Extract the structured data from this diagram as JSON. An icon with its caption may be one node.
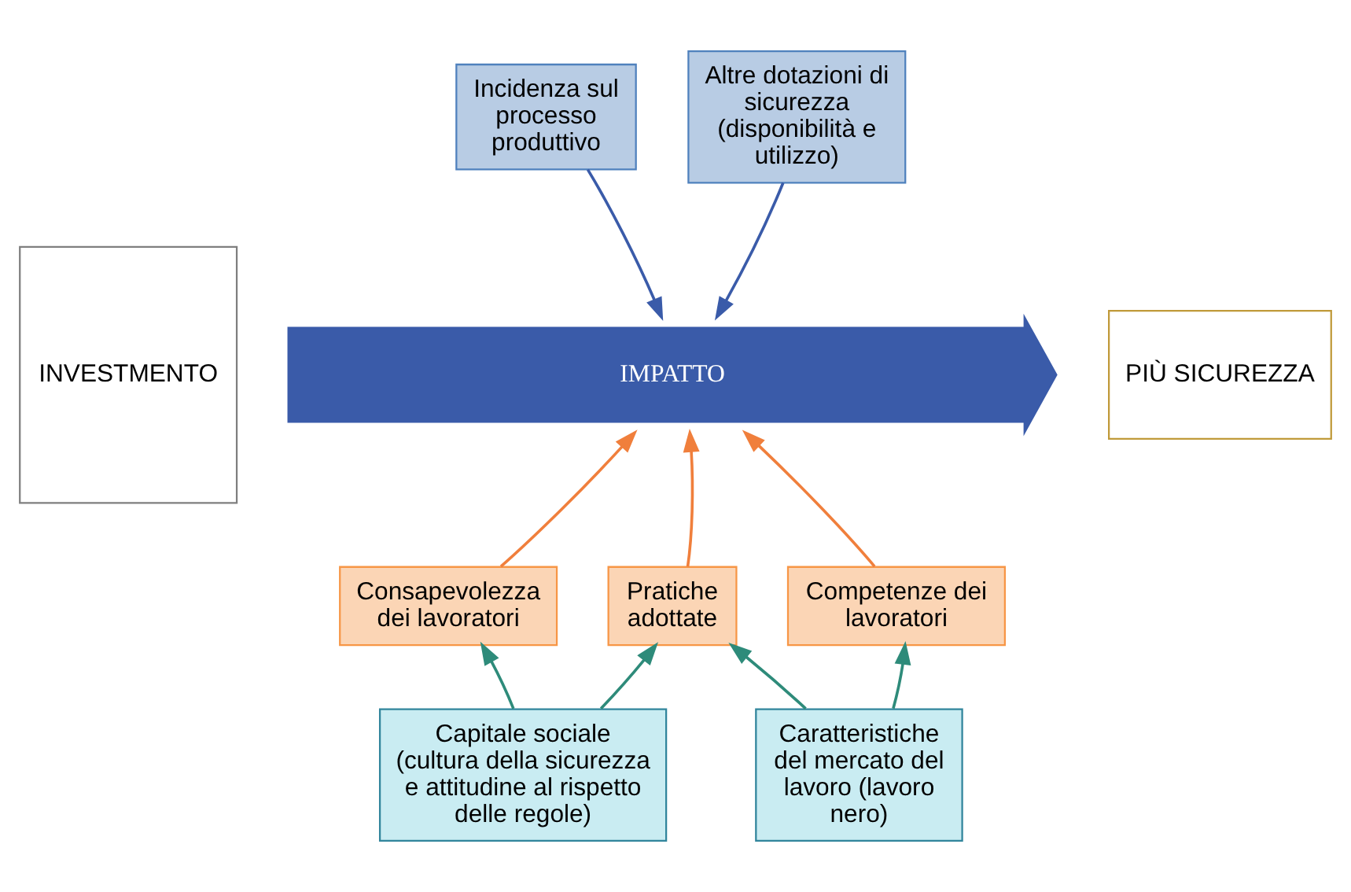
{
  "diagram": {
    "nodes": [
      {
        "text": [
          "INVESTMENTO"
        ]
      },
      {
        "text": [
          "Incidenza sul processo produttivo"
        ]
      },
      {
        "text": [
          "Altre dotazioni di sicurezza (disponibilità e utilizzo)"
        ]
      },
      {
        "text": [
          "IMPATTO"
        ]
      },
      {
        "text": [
          "PIÙ SICUREZZA"
        ]
      },
      {
        "text": [
          "Consapevolezza dei lavoratori"
        ]
      },
      {
        "text": [
          "Pratiche adottate"
        ]
      },
      {
        "text": [
          "Competenze dei lavoratori"
        ]
      },
      {
        "text": [
          "Capitale sociale (cultura della sicurezza e attitudine al rispetto delle regole)"
        ]
      },
      {
        "text": [
          "Caratteristiche del mercato del lavoro (lavoro nero)"
        ]
      }
    ],
    "edges": [
      {
        "from": 1,
        "to": 3,
        "arrow": "to",
        "color": "#3a5ba9"
      },
      {
        "from": 2,
        "to": 3,
        "arrow": "to",
        "color": "#3a5ba9"
      },
      {
        "from": 5,
        "to": 3,
        "arrow": "to",
        "color": "#f07f3c"
      },
      {
        "from": 6,
        "to": 3,
        "arrow": "to",
        "color": "#f07f3c"
      },
      {
        "from": 7,
        "to": 3,
        "arrow": "to",
        "color": "#f07f3c"
      },
      {
        "from": 8,
        "to": 5,
        "arrow": "to",
        "color": "#2e8b7a"
      },
      {
        "from": 8,
        "to": 6,
        "arrow": "to",
        "color": "#2e8b7a"
      },
      {
        "from": 9,
        "to": 6,
        "arrow": "to",
        "color": "#2e8b7a"
      },
      {
        "from": 9,
        "to": 7,
        "arrow": "to",
        "color": "#2e8b7a"
      }
    ]
  }
}
